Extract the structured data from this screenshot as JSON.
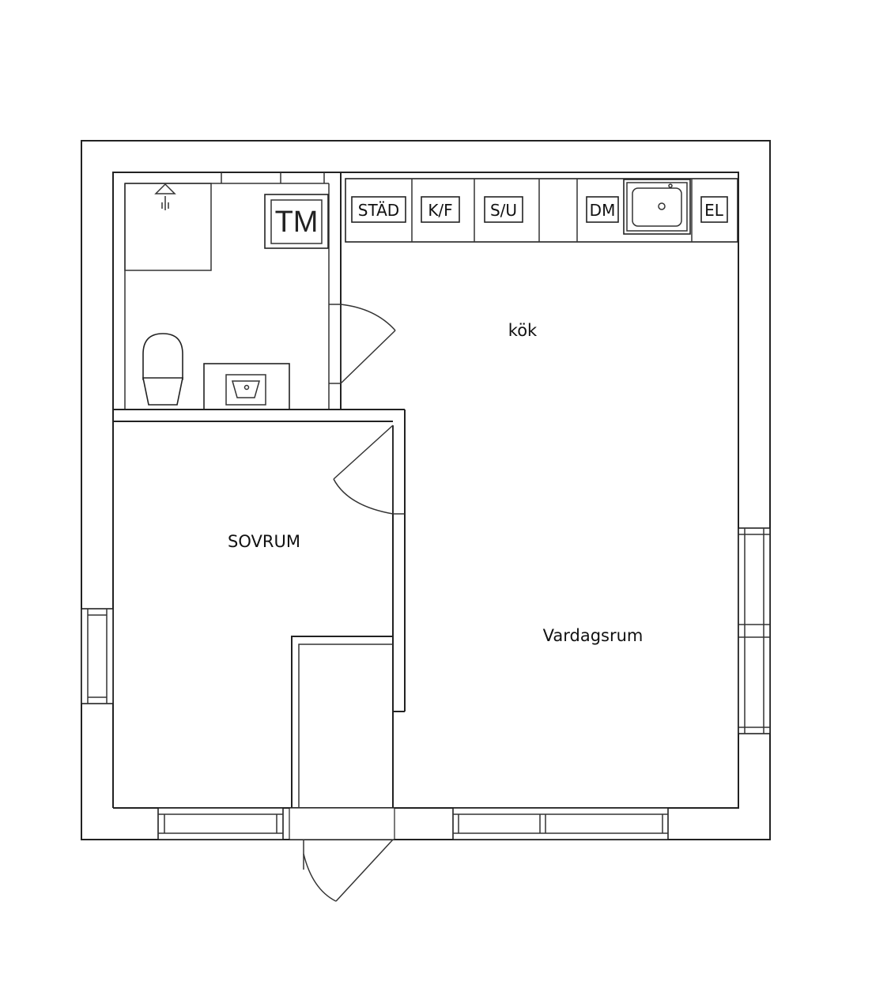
{
  "plan": {
    "rooms": {
      "kitchen": "kök",
      "bedroom": "SOVRUM",
      "living": "Vardagsrum"
    },
    "cabinets": {
      "stad": "STÄD",
      "kf": "K/F",
      "su": "S/U",
      "dm": "DM",
      "el": "EL"
    },
    "appliances": {
      "tm": "TM"
    },
    "icons": [
      "shower-icon",
      "toilet-icon",
      "washbasin-icon",
      "kitchen-sink-icon",
      "door-swing-icon",
      "window-icon"
    ]
  }
}
